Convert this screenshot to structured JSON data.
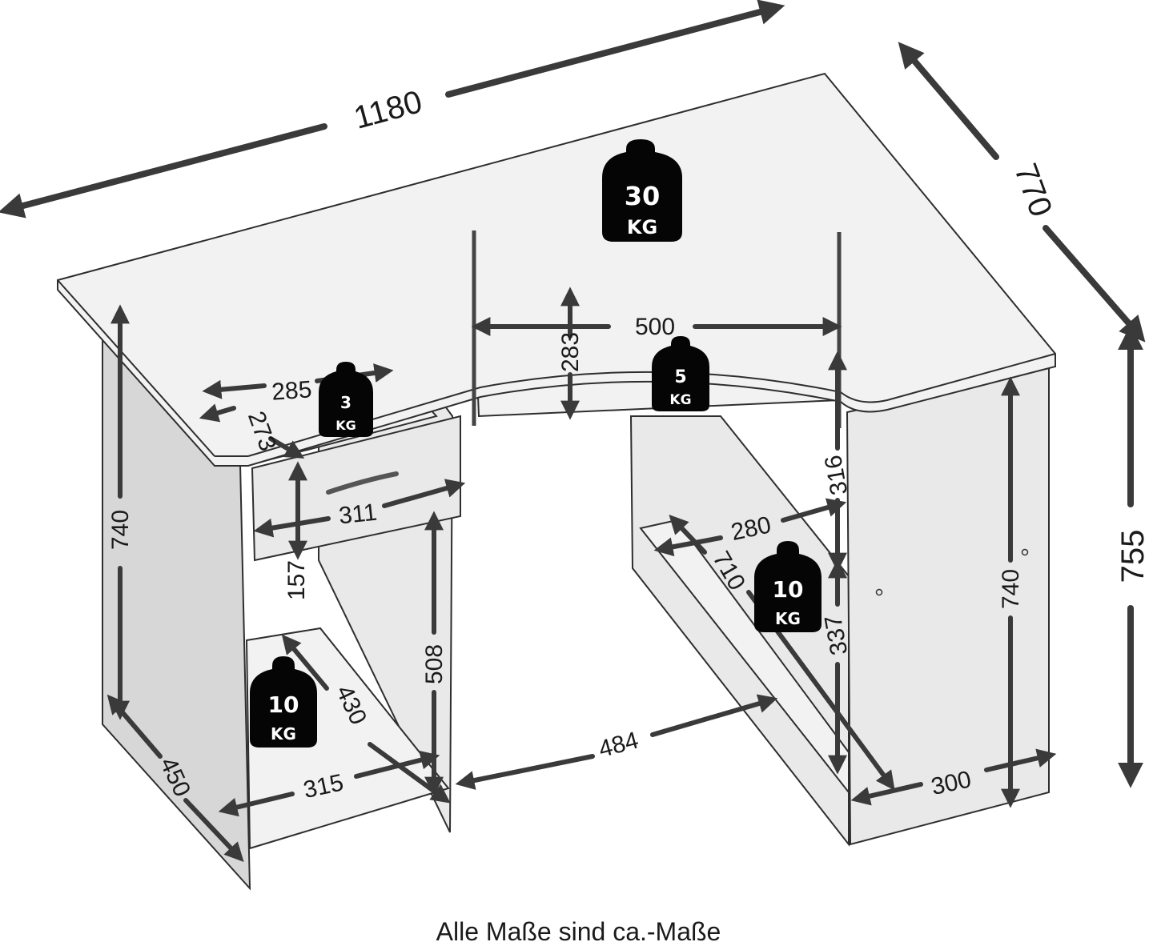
{
  "diagram": {
    "dimensions": {
      "width_overall": "1180",
      "depth_right": "770",
      "height_total": "755",
      "shelf_width_top": "500",
      "shelf_height_top": "283",
      "drawer_width": "285",
      "drawer_depth": "273",
      "drawer_front_width": "311",
      "drawer_gap": "157",
      "left_height": "740",
      "left_depth": "450",
      "left_shelf_width": "315",
      "left_shelf_depth": "430",
      "left_open_height": "508",
      "middle_gap": "484",
      "right_shelf_width": "280",
      "right_shelf_depth": "710",
      "right_upper_height": "316",
      "right_lower_height": "337",
      "right_height": "740",
      "right_depth": "300"
    },
    "weights": {
      "top": {
        "value": "30",
        "unit": "KG"
      },
      "shelf": {
        "value": "5",
        "unit": "KG"
      },
      "drawer": {
        "value": "3",
        "unit": "KG"
      },
      "right_shelf": {
        "value": "10",
        "unit": "KG"
      },
      "left_shelf": {
        "value": "10",
        "unit": "KG"
      }
    },
    "caption": "Alle Maße sind ca.-Maße"
  }
}
